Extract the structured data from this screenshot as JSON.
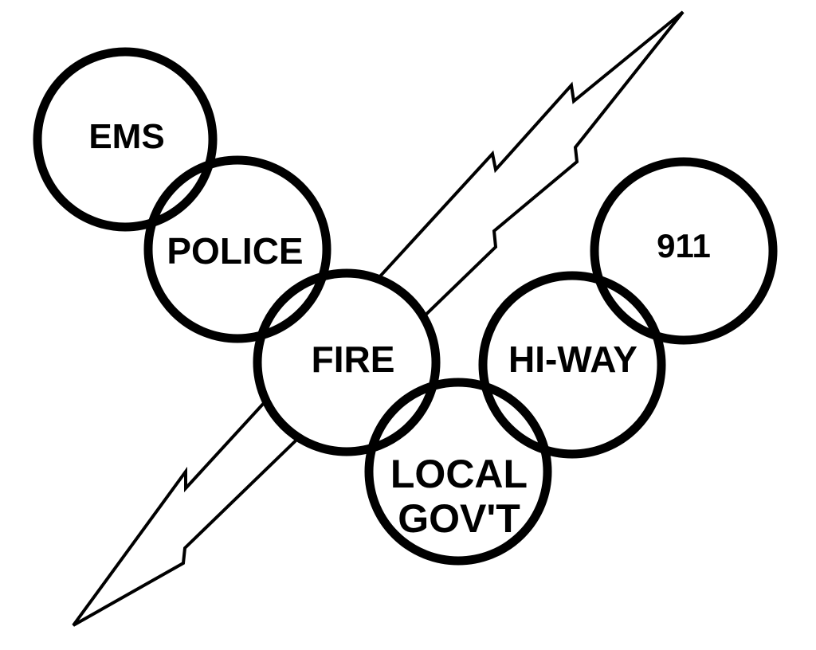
{
  "diagram": {
    "stroke_color": "#000000",
    "background": "#ffffff",
    "circles": [
      {
        "id": "ems",
        "label": "EMS"
      },
      {
        "id": "police",
        "label": "POLICE"
      },
      {
        "id": "fire",
        "label": "FIRE"
      },
      {
        "id": "local-govt",
        "label": "LOCAL",
        "label2": "GOV'T"
      },
      {
        "id": "hi-way",
        "label": "HI-WAY"
      },
      {
        "id": "911",
        "label": "911"
      }
    ]
  }
}
